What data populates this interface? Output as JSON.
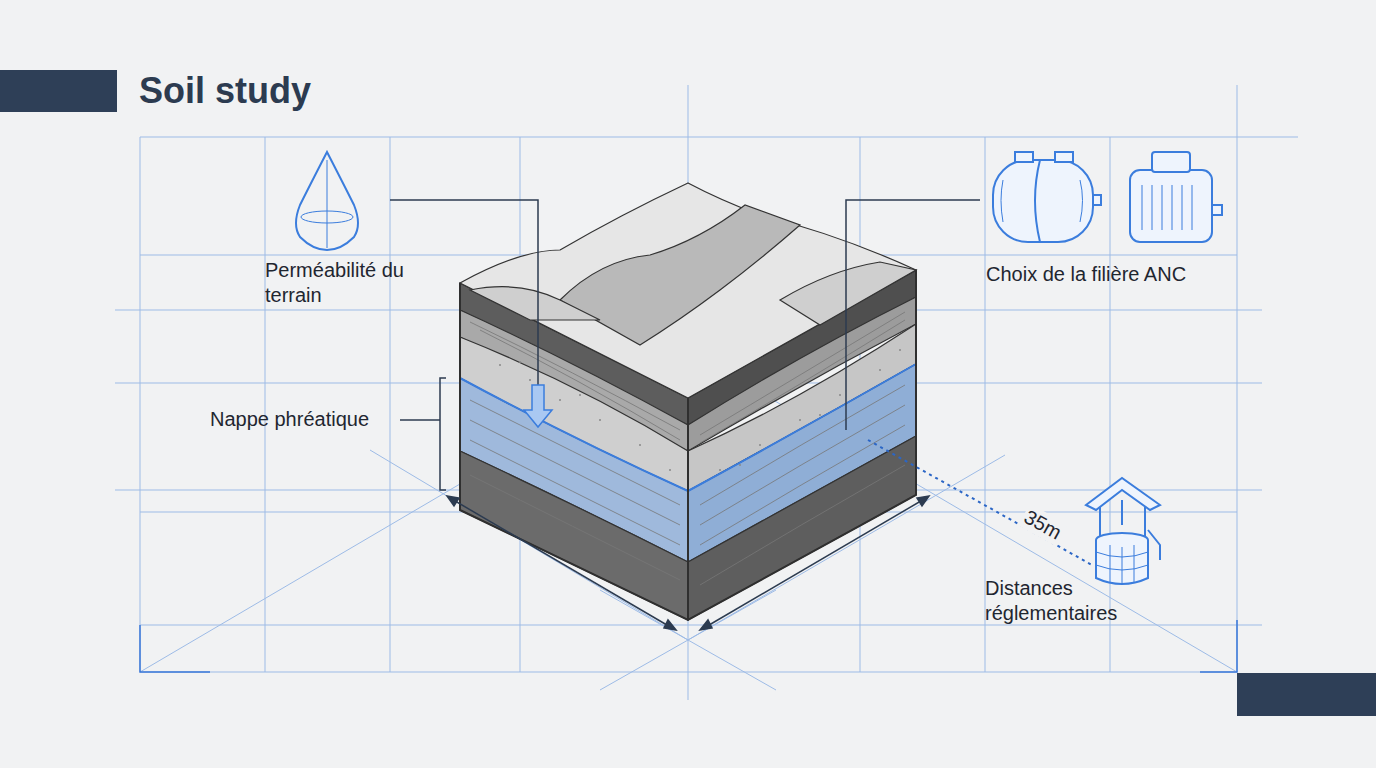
{
  "diagram": {
    "title": "Soil study",
    "labels": [
      "Perméabilité du terrain",
      "Nappe phréatique",
      "Choix de la filière ANC",
      "35m",
      "Distances réglementaires"
    ]
  }
}
